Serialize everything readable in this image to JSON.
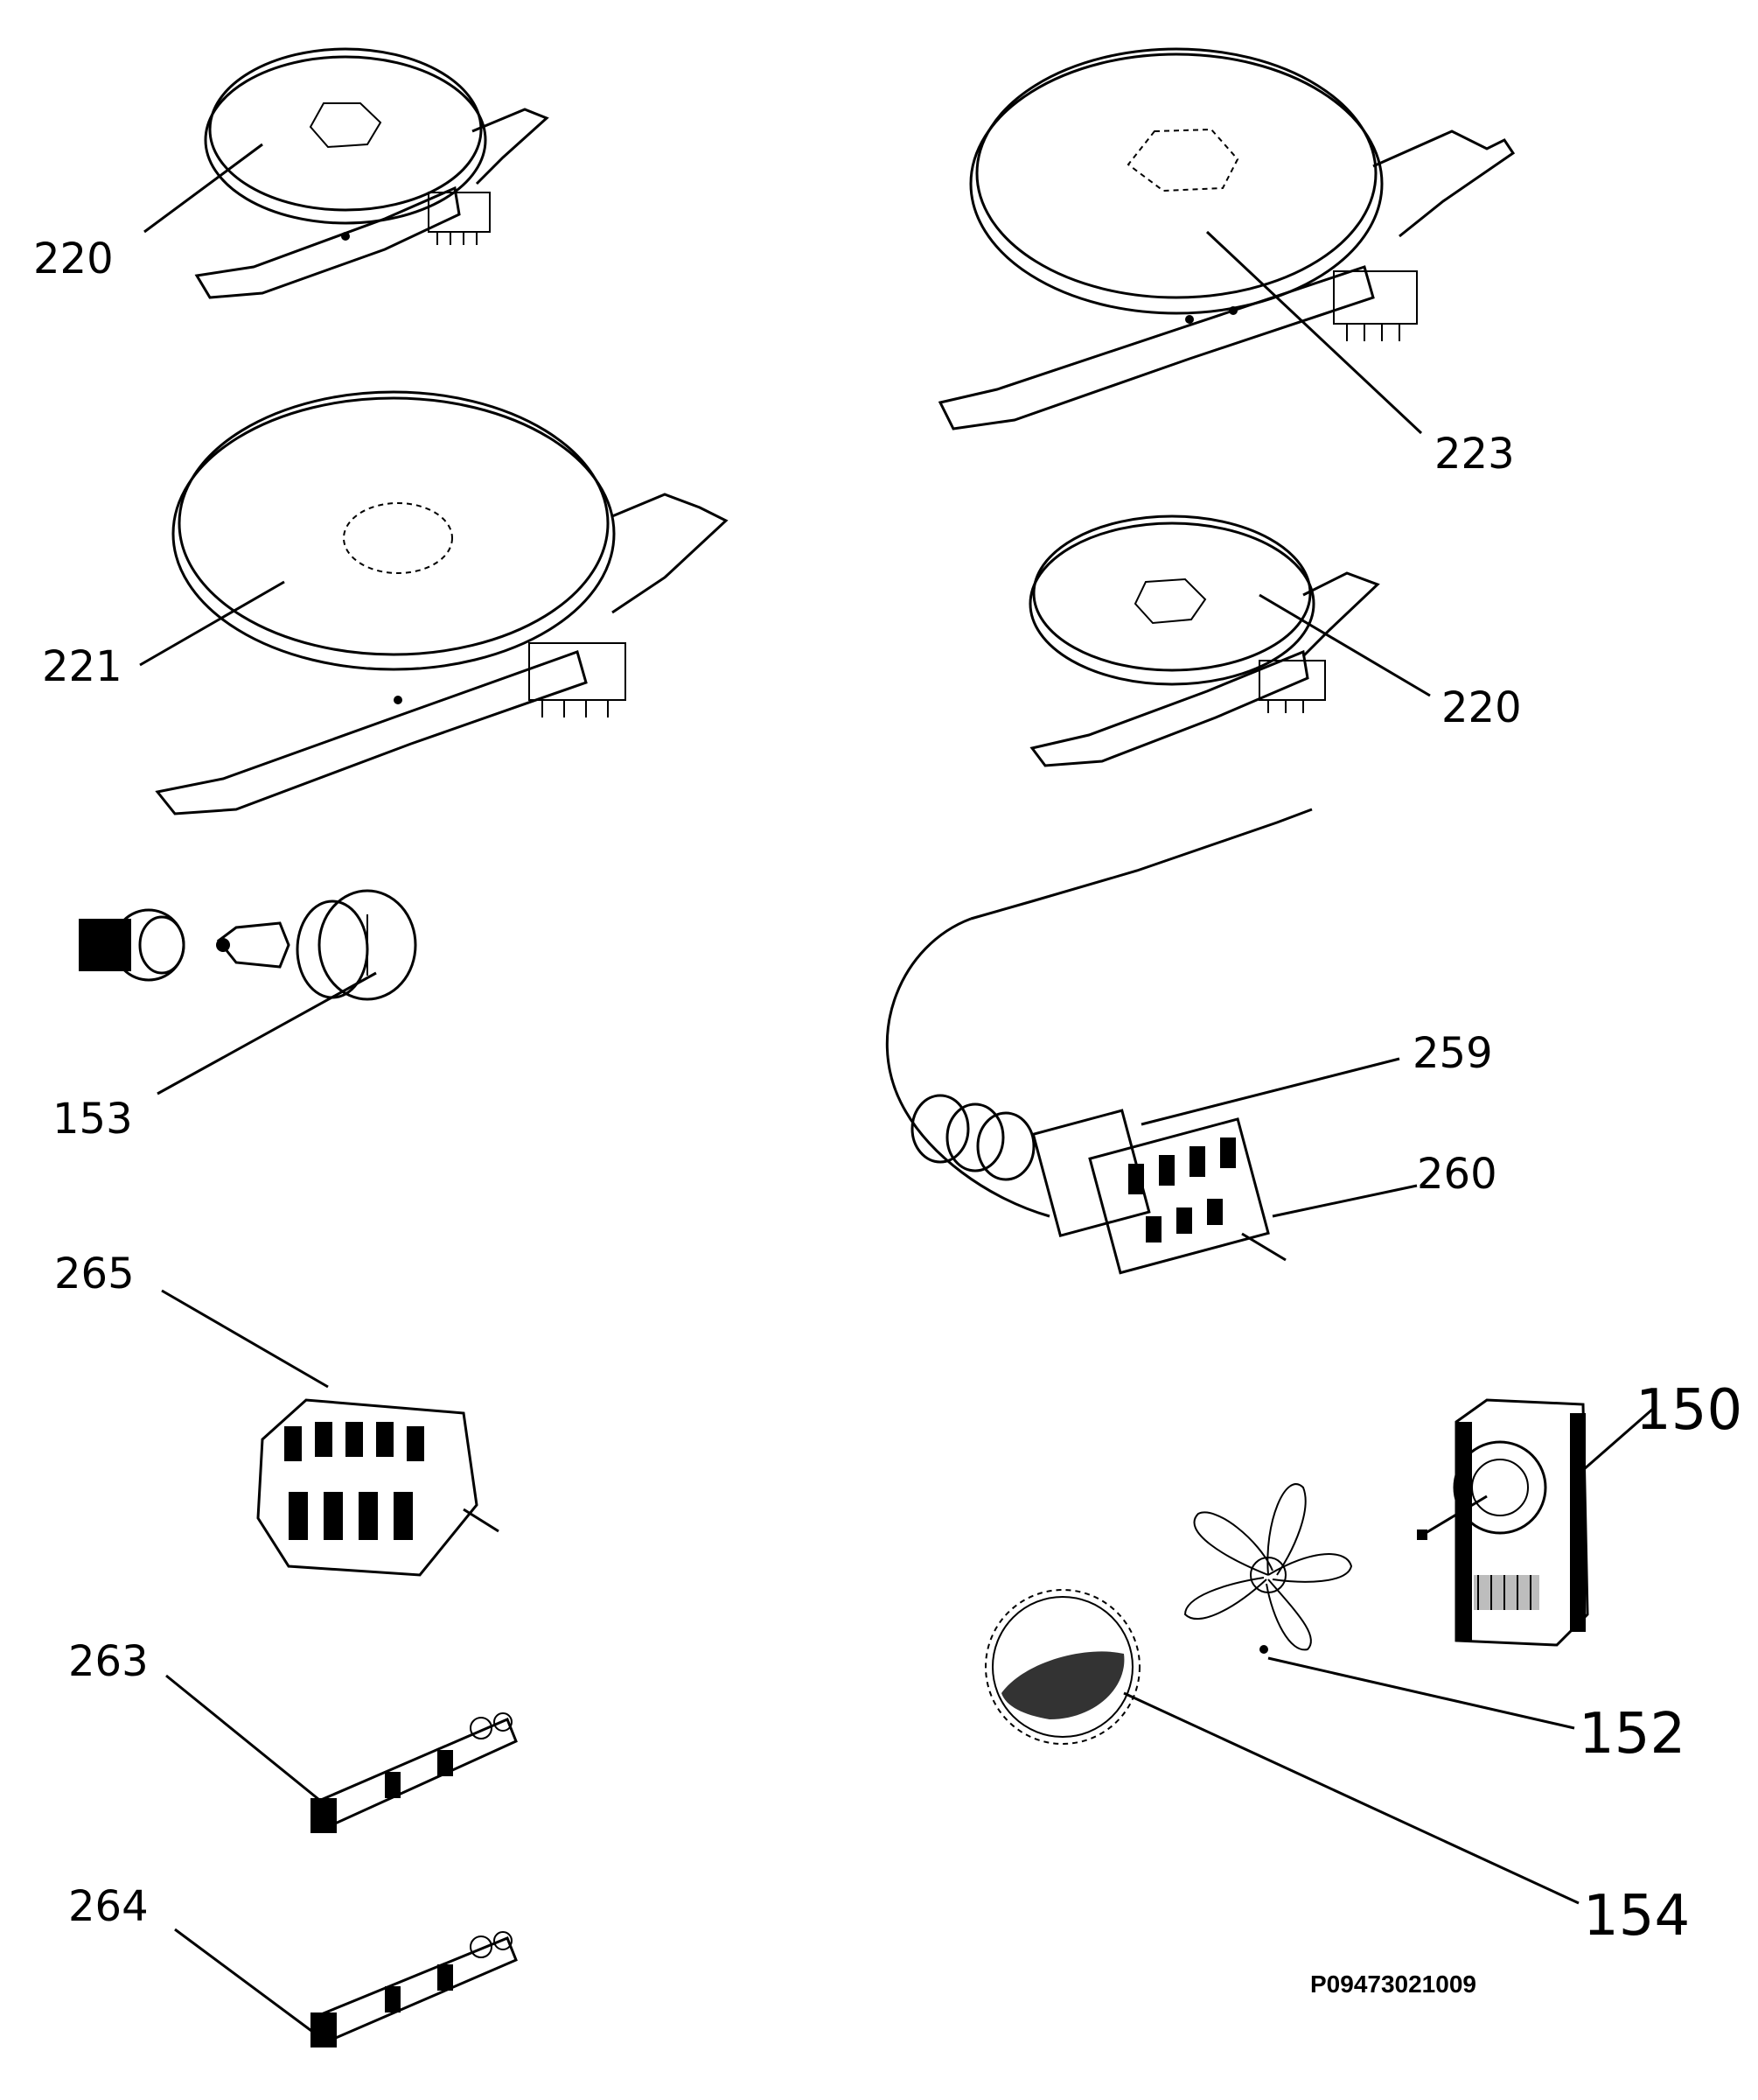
{
  "diagram": {
    "labels": {
      "hotplate_small_top": "220",
      "hotplate_large_right": "223",
      "hotplate_large_left": "221",
      "hotplate_small_right": "220",
      "lamp": "153",
      "thermostat_sensor": "259",
      "thermostat": "260",
      "selector_switch": "265",
      "fan_motor": "150",
      "fan_blade": "152",
      "fan_cover": "154",
      "energy_regulator_a": "263",
      "energy_regulator_b": "264"
    },
    "drawing_code": "P09473021009"
  }
}
